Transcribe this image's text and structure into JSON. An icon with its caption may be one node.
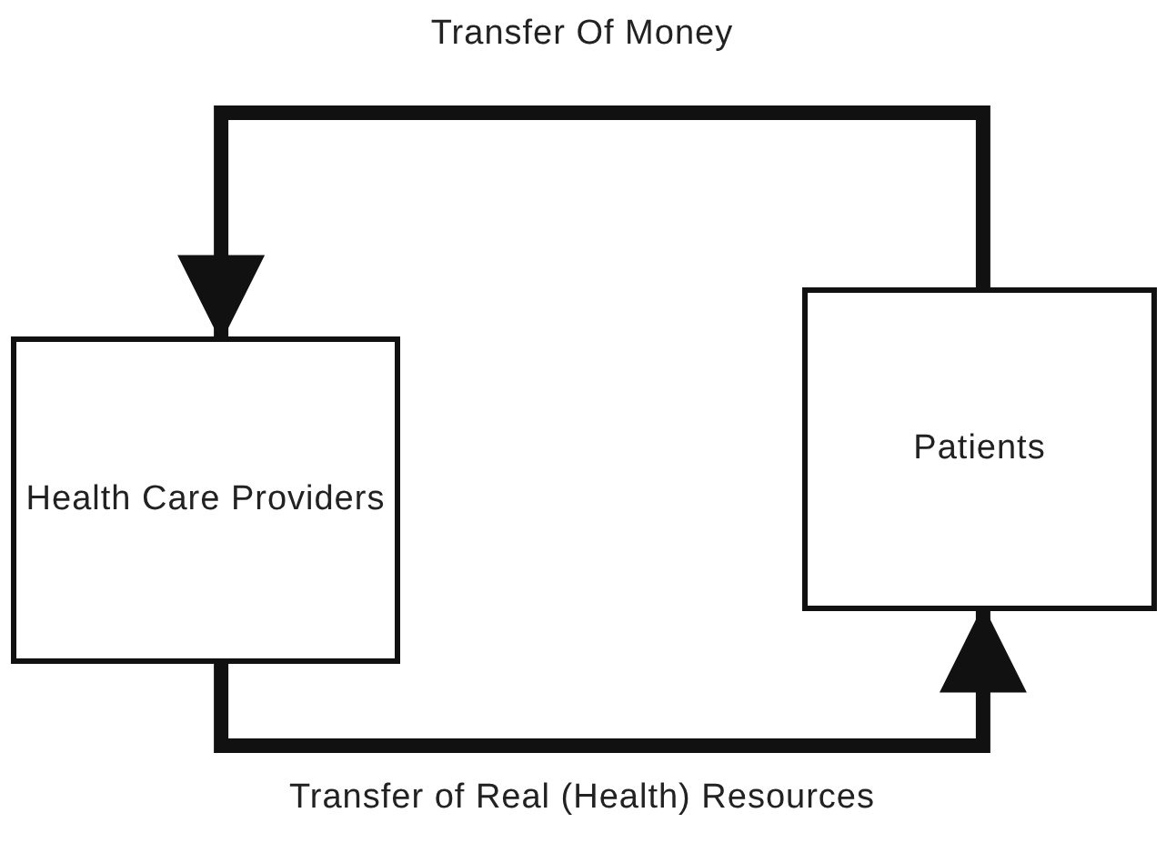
{
  "diagram": {
    "nodes": [
      {
        "text": [
          "Health Care Providers"
        ]
      },
      {
        "text": [
          "Patients"
        ]
      }
    ],
    "edges": [
      {
        "from": 1,
        "to": 0,
        "arrow": "to",
        "label": "Transfer Of Money"
      },
      {
        "from": 0,
        "to": 1,
        "arrow": "to",
        "label": "Transfer of Real (Health) Resources"
      }
    ]
  }
}
